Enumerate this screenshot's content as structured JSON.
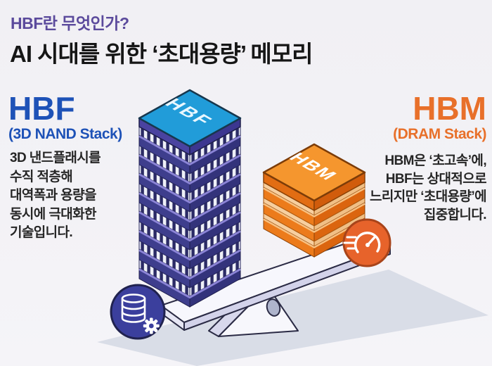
{
  "page": {
    "eyebrow": "HBF란 무엇인가?",
    "title": "AI 시대를 위한 ‘초대용량’ 메모리"
  },
  "hbf": {
    "name": "HBF",
    "sub": "(3D NAND Stack)",
    "cap_label": "HBF",
    "accent": "#1e52b7",
    "desc": [
      "3D 낸드플래시를",
      "수직 적층해",
      "대역폭과 용량을",
      "동시에 극대화한",
      "기술입니다."
    ]
  },
  "hbm": {
    "name": "HBM",
    "sub": "(DRAM Stack)",
    "cap_label": "HBM",
    "accent": "#e8702a",
    "desc": [
      "HBM은 ‘초고속’에,",
      "HBF는 상대적으로",
      "느리지만 ‘초대용량’에",
      "집중합니다."
    ]
  },
  "icons": {
    "left": "database-gear-icon",
    "right": "speedometer-icon"
  },
  "colors": {
    "eyebrow": "#5b4a9c",
    "title": "#161616",
    "hbf_cap": "#219cd9",
    "hbf_layer": "#3e3e8d",
    "hbm_cap": "#f5962e",
    "hbm_layer": "#ec7b1b",
    "db_circle": "#3b3f9d",
    "speed_circle": "#e7632b",
    "background": "#f2f1f5"
  }
}
